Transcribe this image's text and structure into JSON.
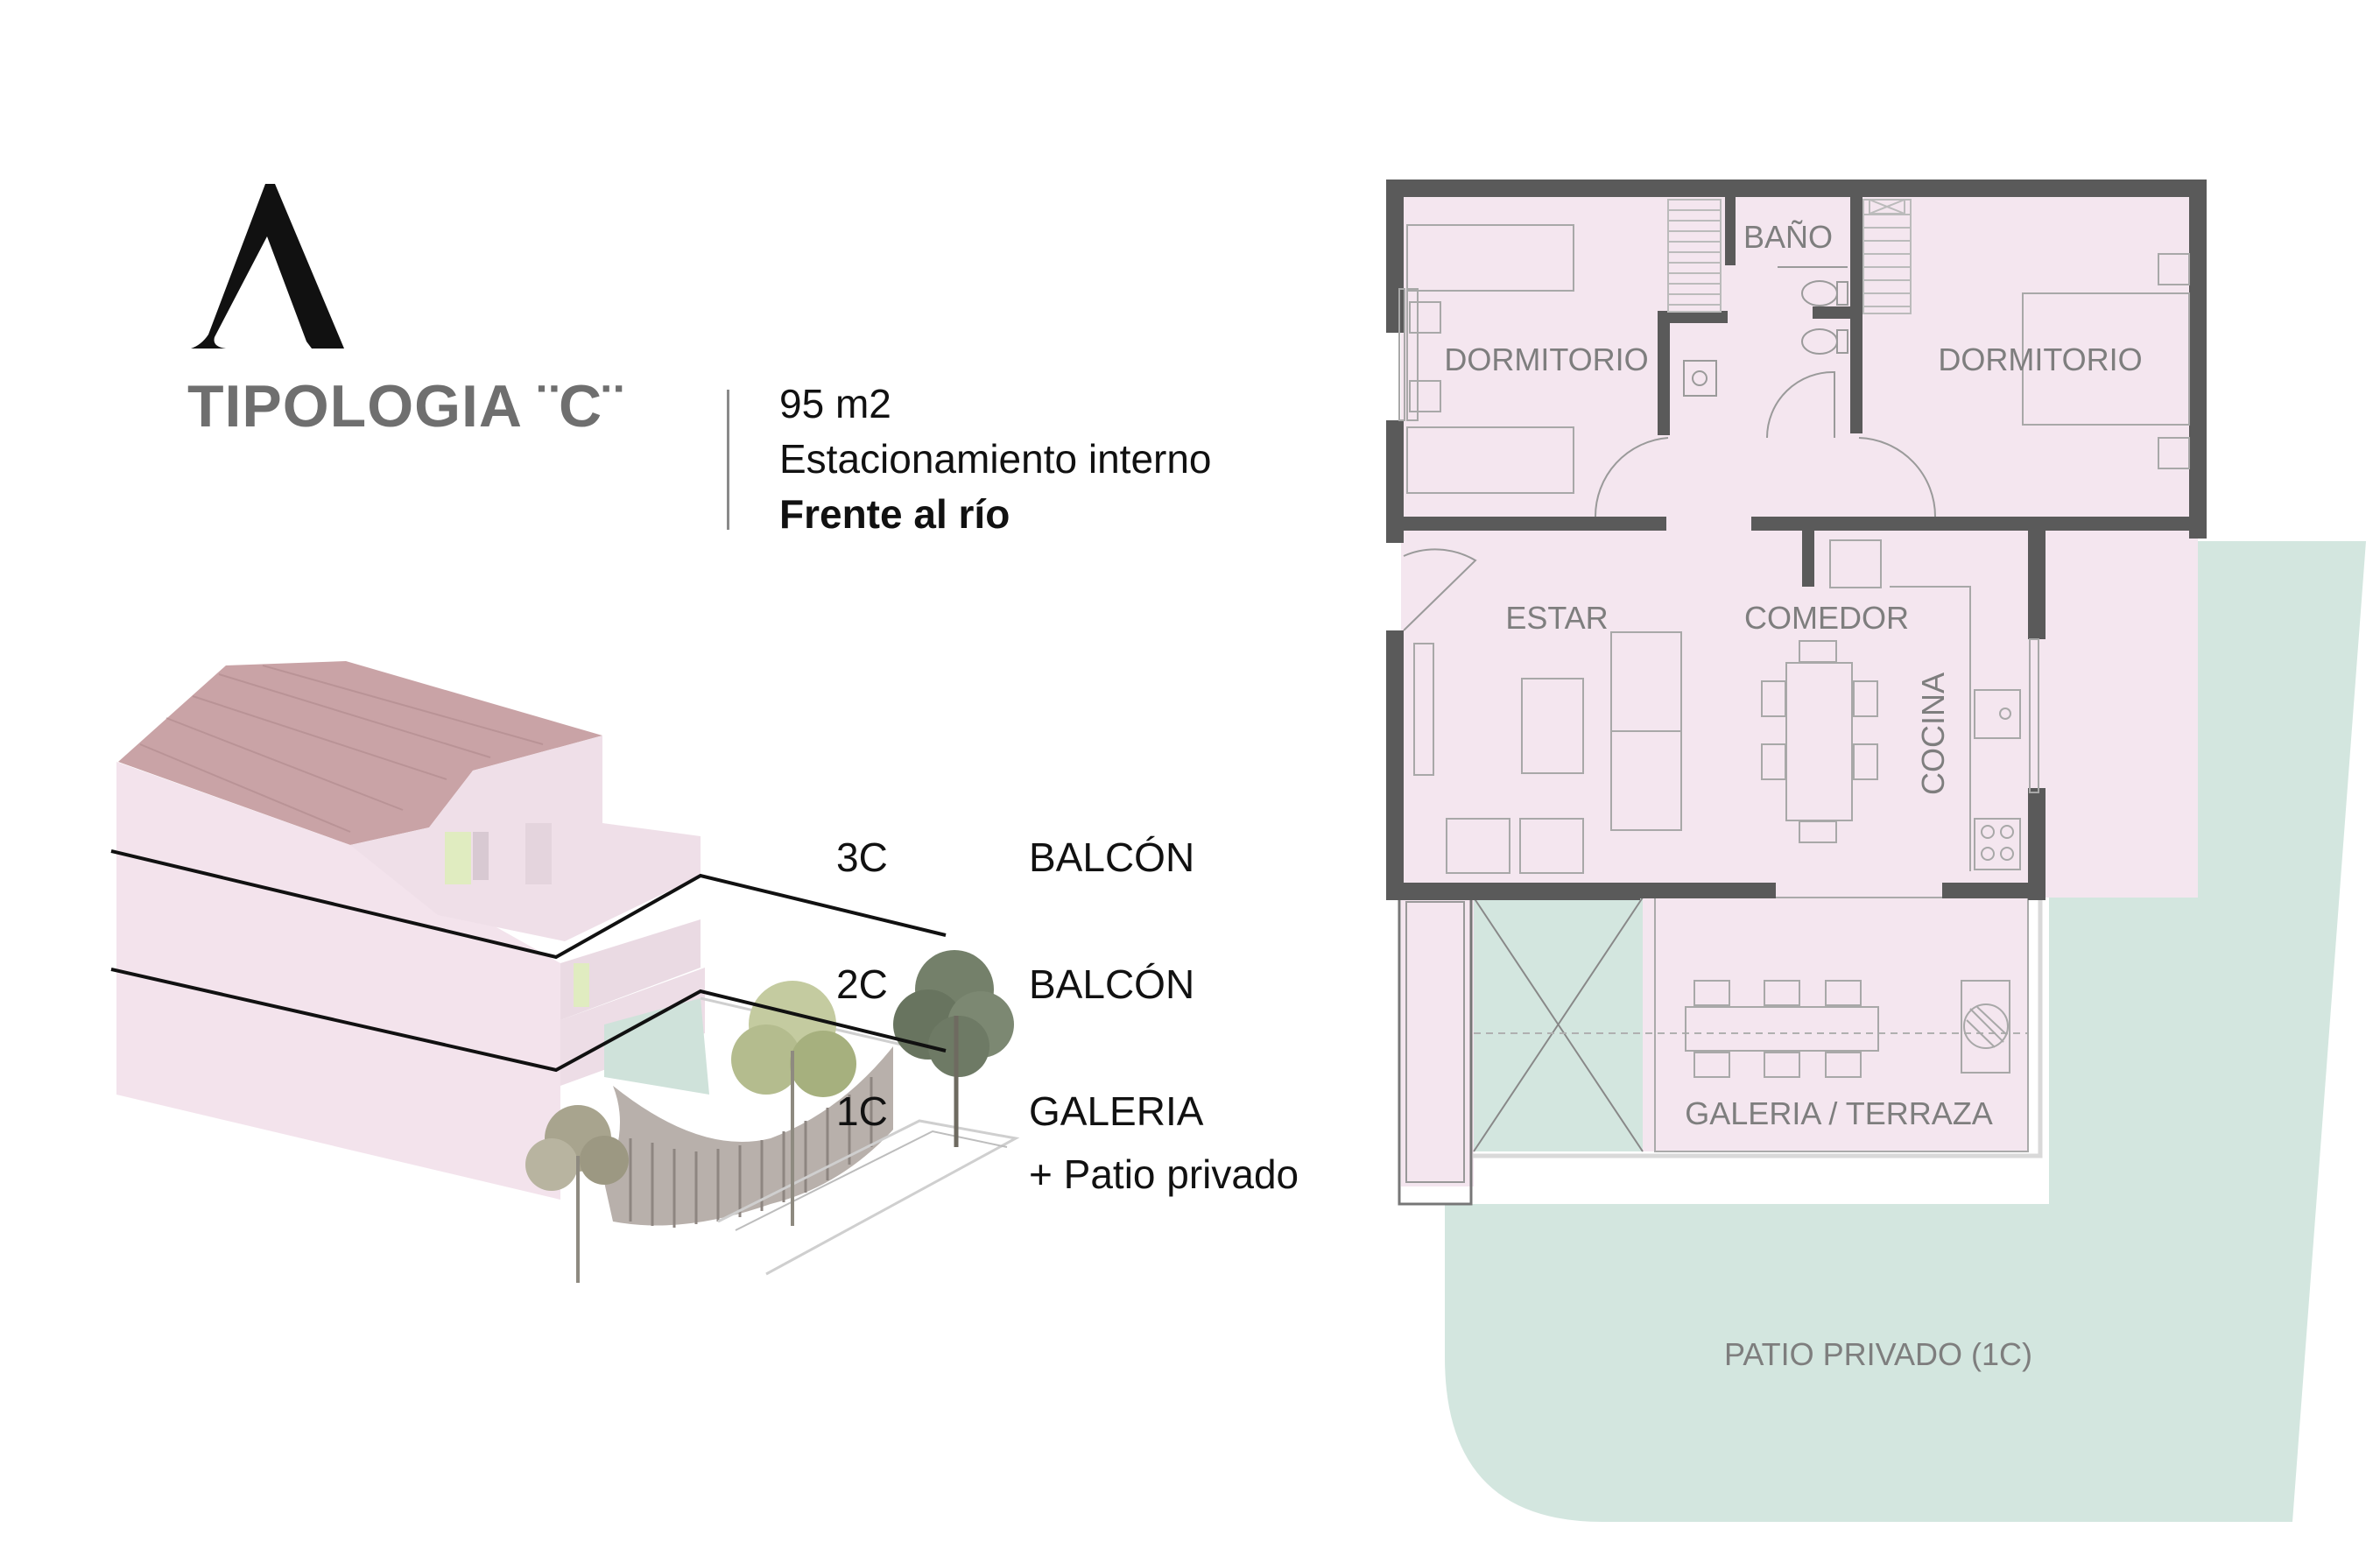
{
  "header": {
    "title": "TIPOLOGIA ¨C¨",
    "info_lines": [
      "95 m2",
      "Estacionamiento interno"
    ],
    "info_highlight": "Frente al río"
  },
  "axonometric": {
    "levels": [
      {
        "code": "3C",
        "label_line1": "BALCÓN",
        "label_line2": ""
      },
      {
        "code": "2C",
        "label_line1": "BALCÓN",
        "label_line2": ""
      },
      {
        "code": "1C",
        "label_line1": "GALERIA",
        "label_line2": "+ Patio privado"
      }
    ]
  },
  "floor_plan": {
    "rooms": {
      "bath": "BAÑO",
      "bedroom_left": "DORMITORIO",
      "bedroom_right": "DORMITORIO",
      "living": "ESTAR",
      "dining": "COMEDOR",
      "kitchen": "COCINA",
      "gallery": "GALERIA / TERRAZA",
      "patio": "PATIO PRIVADO (1C)"
    },
    "colors": {
      "interior": "#f4e6ef",
      "wall": "#5a5a5a",
      "outdoor": "#d3e6df",
      "furniture_line": "#9a9a9a"
    }
  }
}
